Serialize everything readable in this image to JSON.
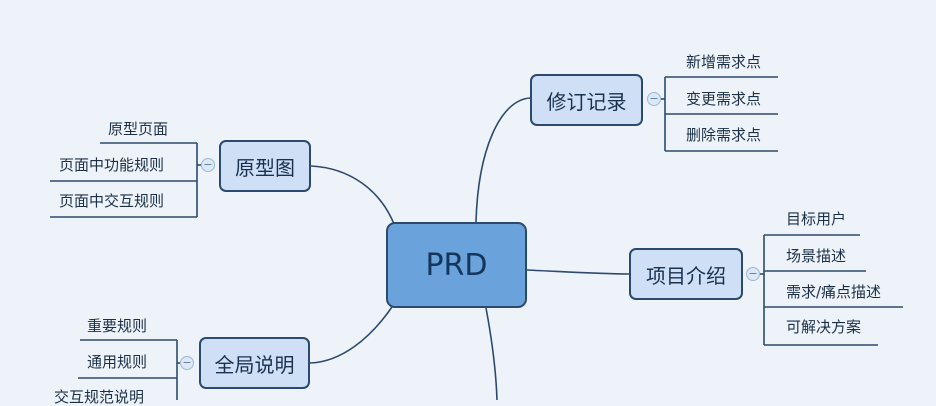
{
  "root": {
    "label": "PRD"
  },
  "branches": [
    {
      "id": "revision",
      "label": "修订记录",
      "side": "right",
      "children": [
        "新增需求点",
        "变更需求点",
        "删除需求点"
      ]
    },
    {
      "id": "intro",
      "label": "项目介绍",
      "side": "right",
      "children": [
        "目标用户",
        "场景描述",
        "需求/痛点描述",
        "可解决方案"
      ]
    },
    {
      "id": "prototype",
      "label": "原型图",
      "side": "left",
      "children": [
        "原型页面",
        "页面中功能规则",
        "页面中交互规则"
      ]
    },
    {
      "id": "global",
      "label": "全局说明",
      "side": "left",
      "children": [
        "重要规则",
        "通用规则",
        "交互规范说明"
      ]
    }
  ],
  "colors": {
    "line": "#2c4a6e",
    "node_fill": "#cfe0f6",
    "root_fill": "#6aa2dc",
    "background": "#eef3f9"
  },
  "icons": {
    "collapse": "minus-circle-icon",
    "collapse_glyph": "−"
  }
}
